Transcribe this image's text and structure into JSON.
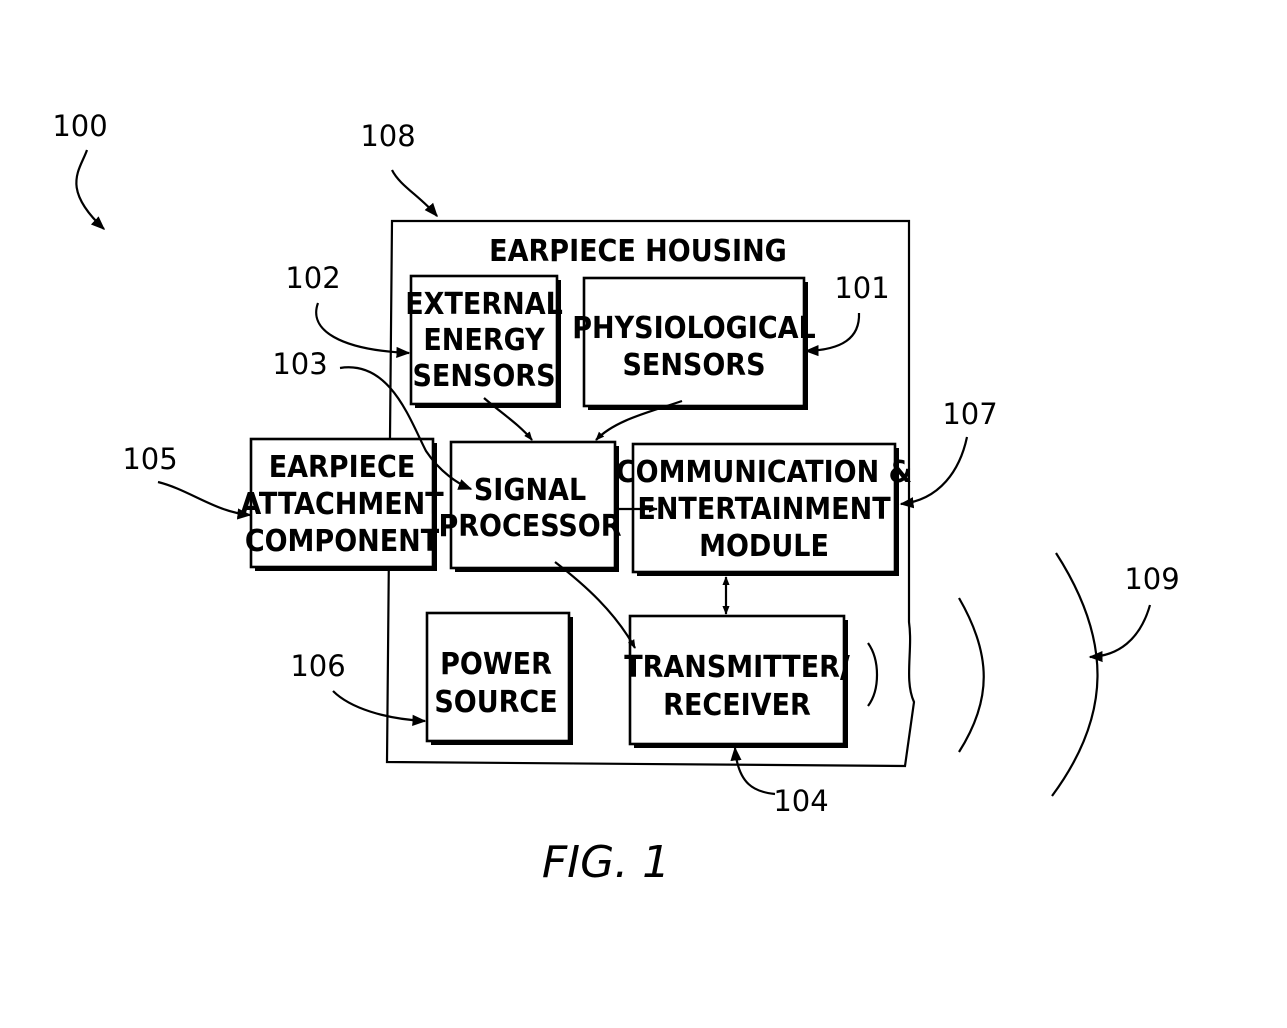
{
  "housing": {
    "title": "EARPIECE HOUSING",
    "ref": "108"
  },
  "system_ref": "100",
  "blocks": {
    "external": {
      "lines": [
        "EXTERNAL",
        "ENERGY",
        "SENSORS"
      ],
      "ref": "102"
    },
    "physio": {
      "lines": [
        "PHYSIOLOGICAL",
        "SENSORS"
      ],
      "ref": "101"
    },
    "signal": {
      "lines": [
        "SIGNAL",
        "PROCESSOR"
      ],
      "ref": "103"
    },
    "comm": {
      "lines": [
        "COMMUNICATION &",
        "ENTERTAINMENT",
        "MODULE"
      ],
      "ref": "107"
    },
    "attach": {
      "lines": [
        "EARPIECE",
        "ATTACHMENT",
        "COMPONENT"
      ],
      "ref": "105"
    },
    "power": {
      "lines": [
        "POWER",
        "SOURCE"
      ],
      "ref": "106"
    },
    "trx": {
      "lines": [
        "TRANSMITTER/",
        "RECEIVER"
      ],
      "ref": "104"
    }
  },
  "waves_ref": "109",
  "figure_label": "FIG. 1"
}
